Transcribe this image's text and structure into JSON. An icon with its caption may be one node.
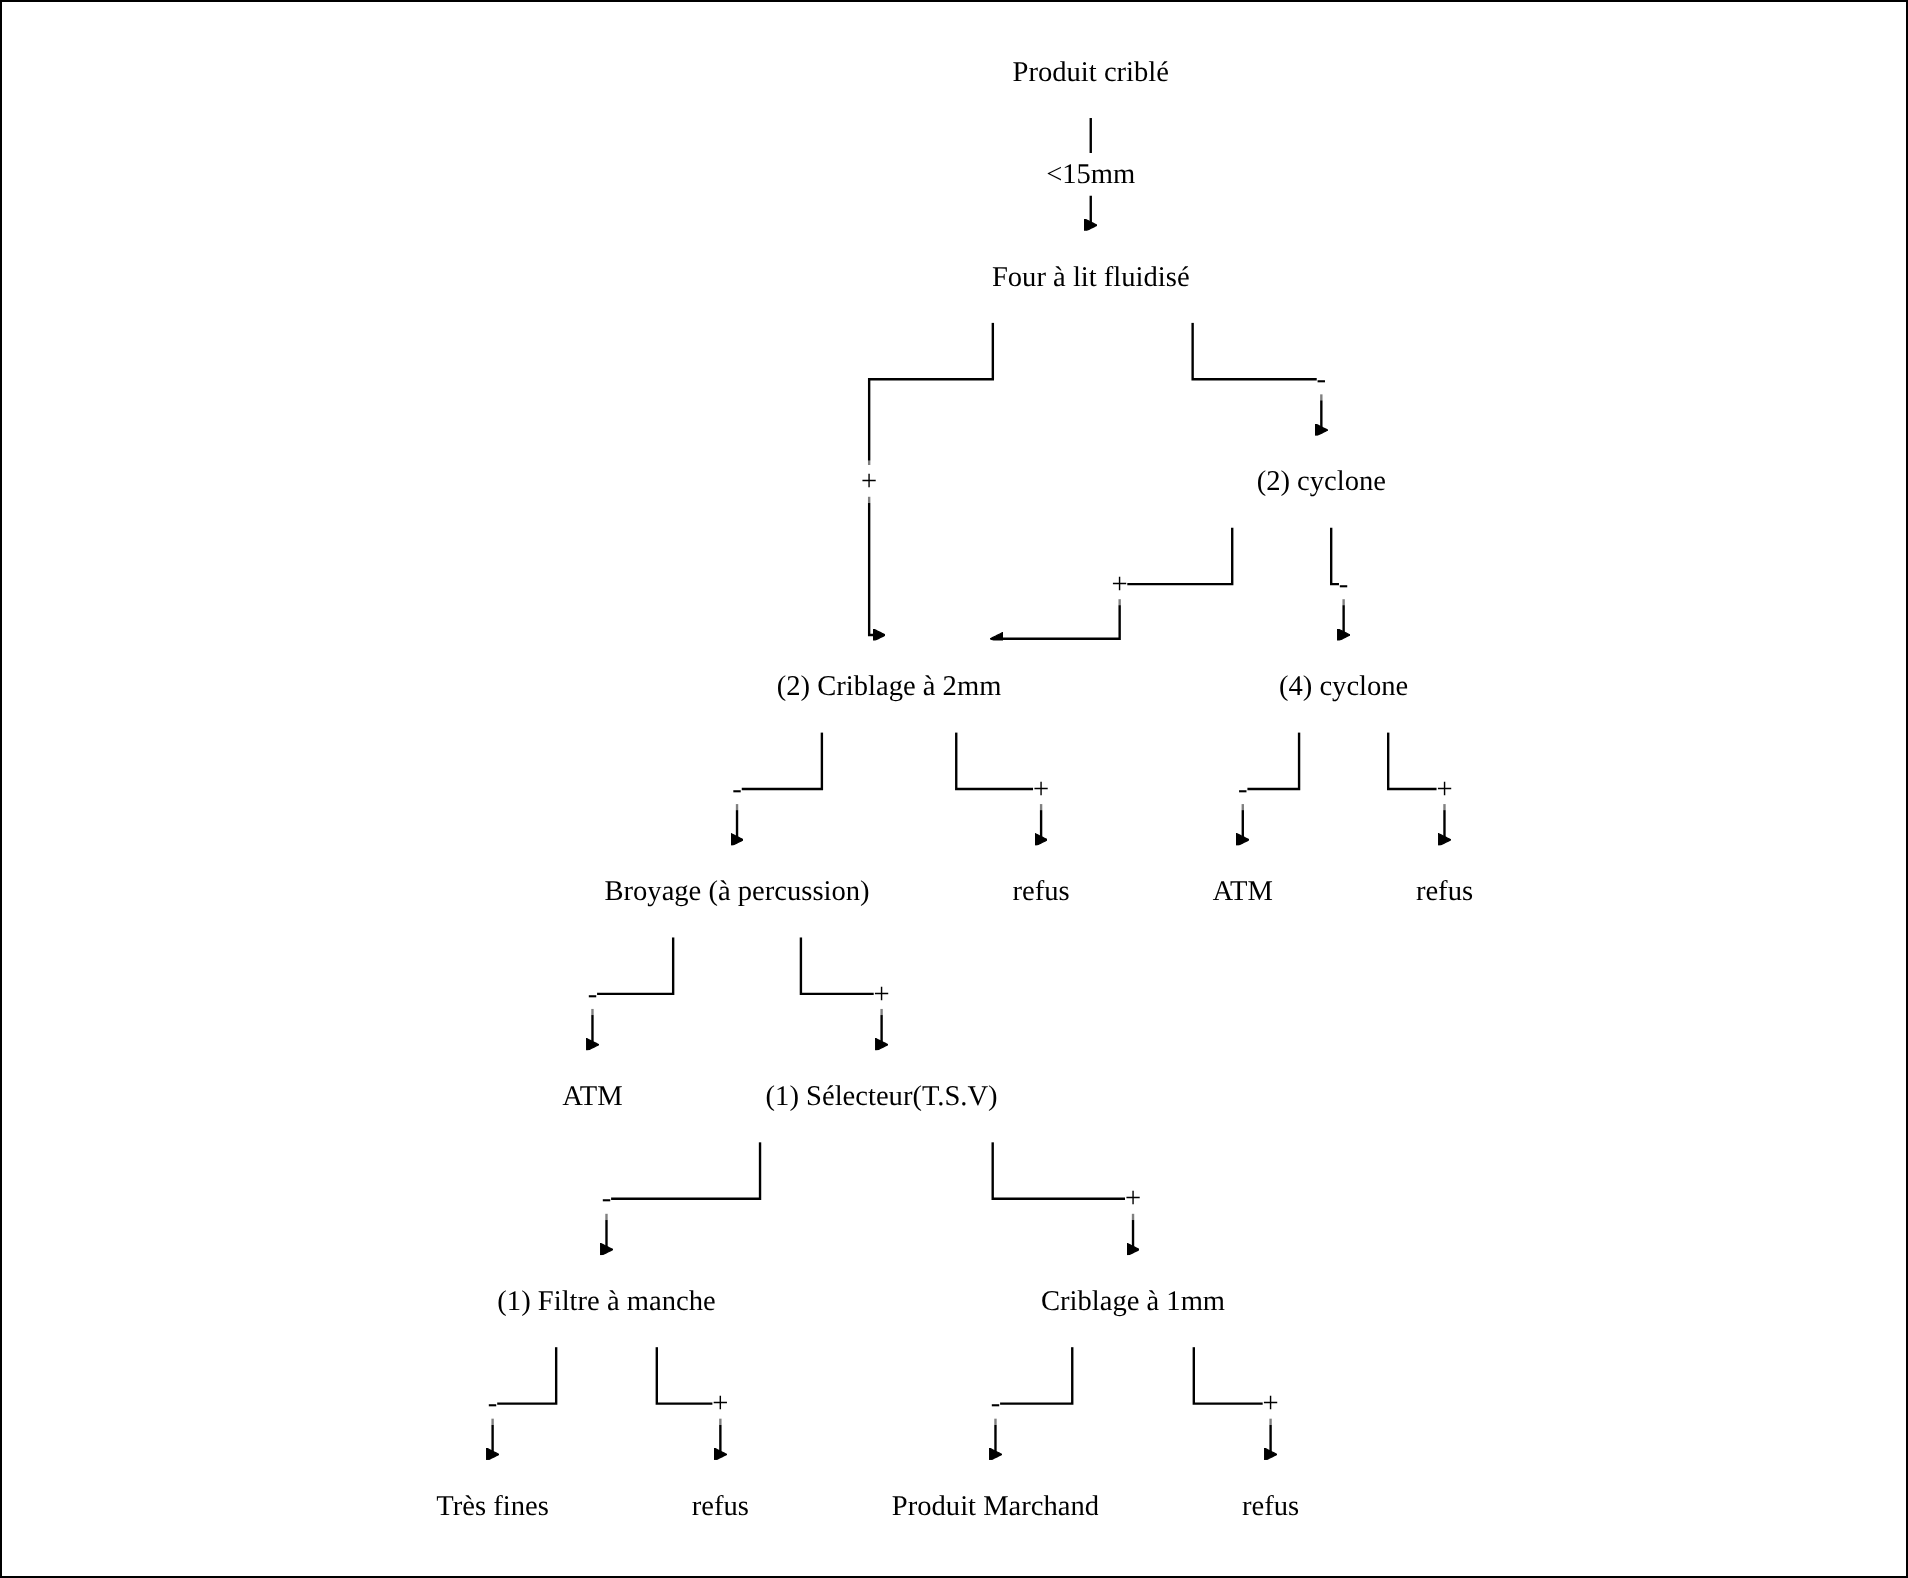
{
  "diagram": {
    "nodes": [
      {
        "text": [
          "Produit criblé"
        ]
      },
      {
        "text": [
          "Four à lit fluidisé"
        ]
      },
      {
        "text": [
          "(2) cyclone"
        ]
      },
      {
        "text": [
          "(2) Criblage à 2mm"
        ]
      },
      {
        "text": [
          "(4) cyclone"
        ]
      },
      {
        "text": [
          "Broyage (à percussion)"
        ]
      },
      {
        "text": [
          "refus"
        ]
      },
      {
        "text": [
          "ATM"
        ]
      },
      {
        "text": [
          "refus"
        ]
      },
      {
        "text": [
          "ATM"
        ]
      },
      {
        "text": [
          "(1) Sélecteur(T.S.V)"
        ]
      },
      {
        "text": [
          "(1) Filtre à manche"
        ]
      },
      {
        "text": [
          "Criblage à 1mm"
        ]
      },
      {
        "text": [
          "Très fines"
        ]
      },
      {
        "text": [
          "refus"
        ]
      },
      {
        "text": [
          "Produit Marchand"
        ]
      },
      {
        "text": [
          "refus"
        ]
      }
    ],
    "edges": [
      {
        "from": 0,
        "to": 1,
        "arrow": "to",
        "label": "<15mm"
      },
      {
        "from": 1,
        "to": 2,
        "arrow": "to",
        "label": "-"
      },
      {
        "from": 1,
        "to": 3,
        "arrow": "to",
        "label": "+"
      },
      {
        "from": 2,
        "to": 4,
        "arrow": "to",
        "label": "-"
      },
      {
        "from": 2,
        "to": 3,
        "arrow": "to",
        "label": "+"
      },
      {
        "from": 3,
        "to": 5,
        "arrow": "to",
        "label": "-"
      },
      {
        "from": 3,
        "to": 6,
        "arrow": "to",
        "label": "+"
      },
      {
        "from": 4,
        "to": 7,
        "arrow": "to",
        "label": "-"
      },
      {
        "from": 4,
        "to": 8,
        "arrow": "to",
        "label": "+"
      },
      {
        "from": 5,
        "to": 9,
        "arrow": "to",
        "label": "-"
      },
      {
        "from": 5,
        "to": 10,
        "arrow": "to",
        "label": "+"
      },
      {
        "from": 10,
        "to": 11,
        "arrow": "to",
        "label": "-"
      },
      {
        "from": 10,
        "to": 12,
        "arrow": "to",
        "label": "+"
      },
      {
        "from": 11,
        "to": 13,
        "arrow": "to",
        "label": "-"
      },
      {
        "from": 11,
        "to": 14,
        "arrow": "to",
        "label": "+"
      },
      {
        "from": 12,
        "to": 15,
        "arrow": "to",
        "label": "-"
      },
      {
        "from": 12,
        "to": 16,
        "arrow": "to",
        "label": "+"
      }
    ]
  }
}
